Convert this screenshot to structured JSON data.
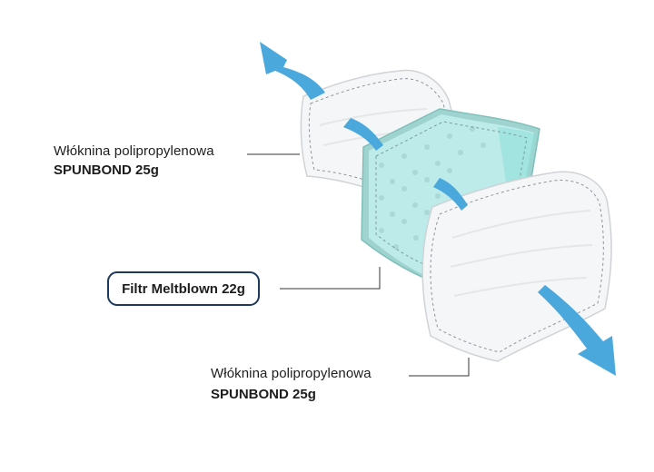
{
  "layers": [
    {
      "material": "Włóknina polipropylenowa",
      "spec": "SPUNBOND 25g"
    },
    {
      "spec": "Filtr Meltblown 22g"
    },
    {
      "material": "Włóknina polipropylenowa",
      "spec": "SPUNBOND 25g"
    }
  ],
  "colors": {
    "arrow": "#4aa8dd",
    "mask_fill": "#f5f6f7",
    "mask_stroke": "#c5c8cc",
    "filter_fill": "#bdebea",
    "filter_frame": "#9fd3cf",
    "filter_dots": "#a9d8d6",
    "pill_border": "#1b3a5c",
    "leader_line": "#333333"
  },
  "icons": [
    "airflow-arrow-icon"
  ]
}
